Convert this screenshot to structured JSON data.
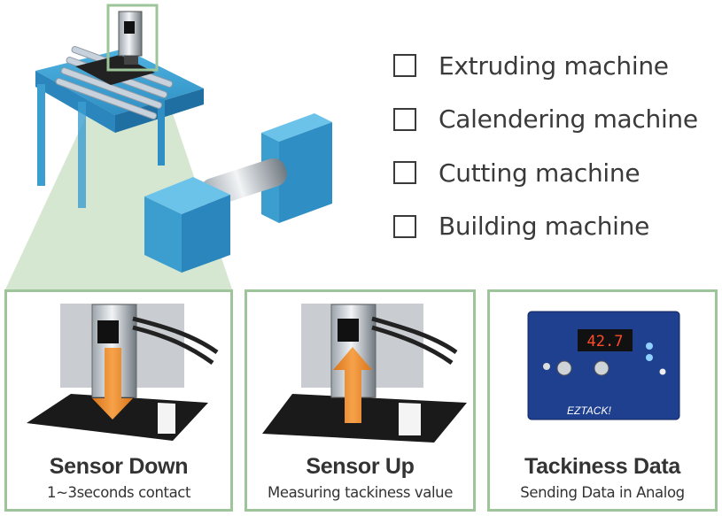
{
  "checklist": {
    "items": [
      {
        "label": "Extruding machine"
      },
      {
        "label": "Calendering machine"
      },
      {
        "label": "Cutting machine"
      },
      {
        "label": "Building machine"
      }
    ]
  },
  "panels": [
    {
      "title": "Sensor Down",
      "subtitle": "1~3seconds contact"
    },
    {
      "title": "Sensor Up",
      "subtitle": "Measuring tackiness value"
    },
    {
      "title": "Tackiness Data",
      "subtitle": "Sending Data in Analog"
    }
  ],
  "device": {
    "display_value": "42.7",
    "brand_text": "EZTACK!"
  },
  "colors": {
    "frame_green": "#9ec49a",
    "machine_blue": "#3b9ecf",
    "arrow_orange": "#e8882a",
    "device_panel": "#1f3f8f"
  }
}
